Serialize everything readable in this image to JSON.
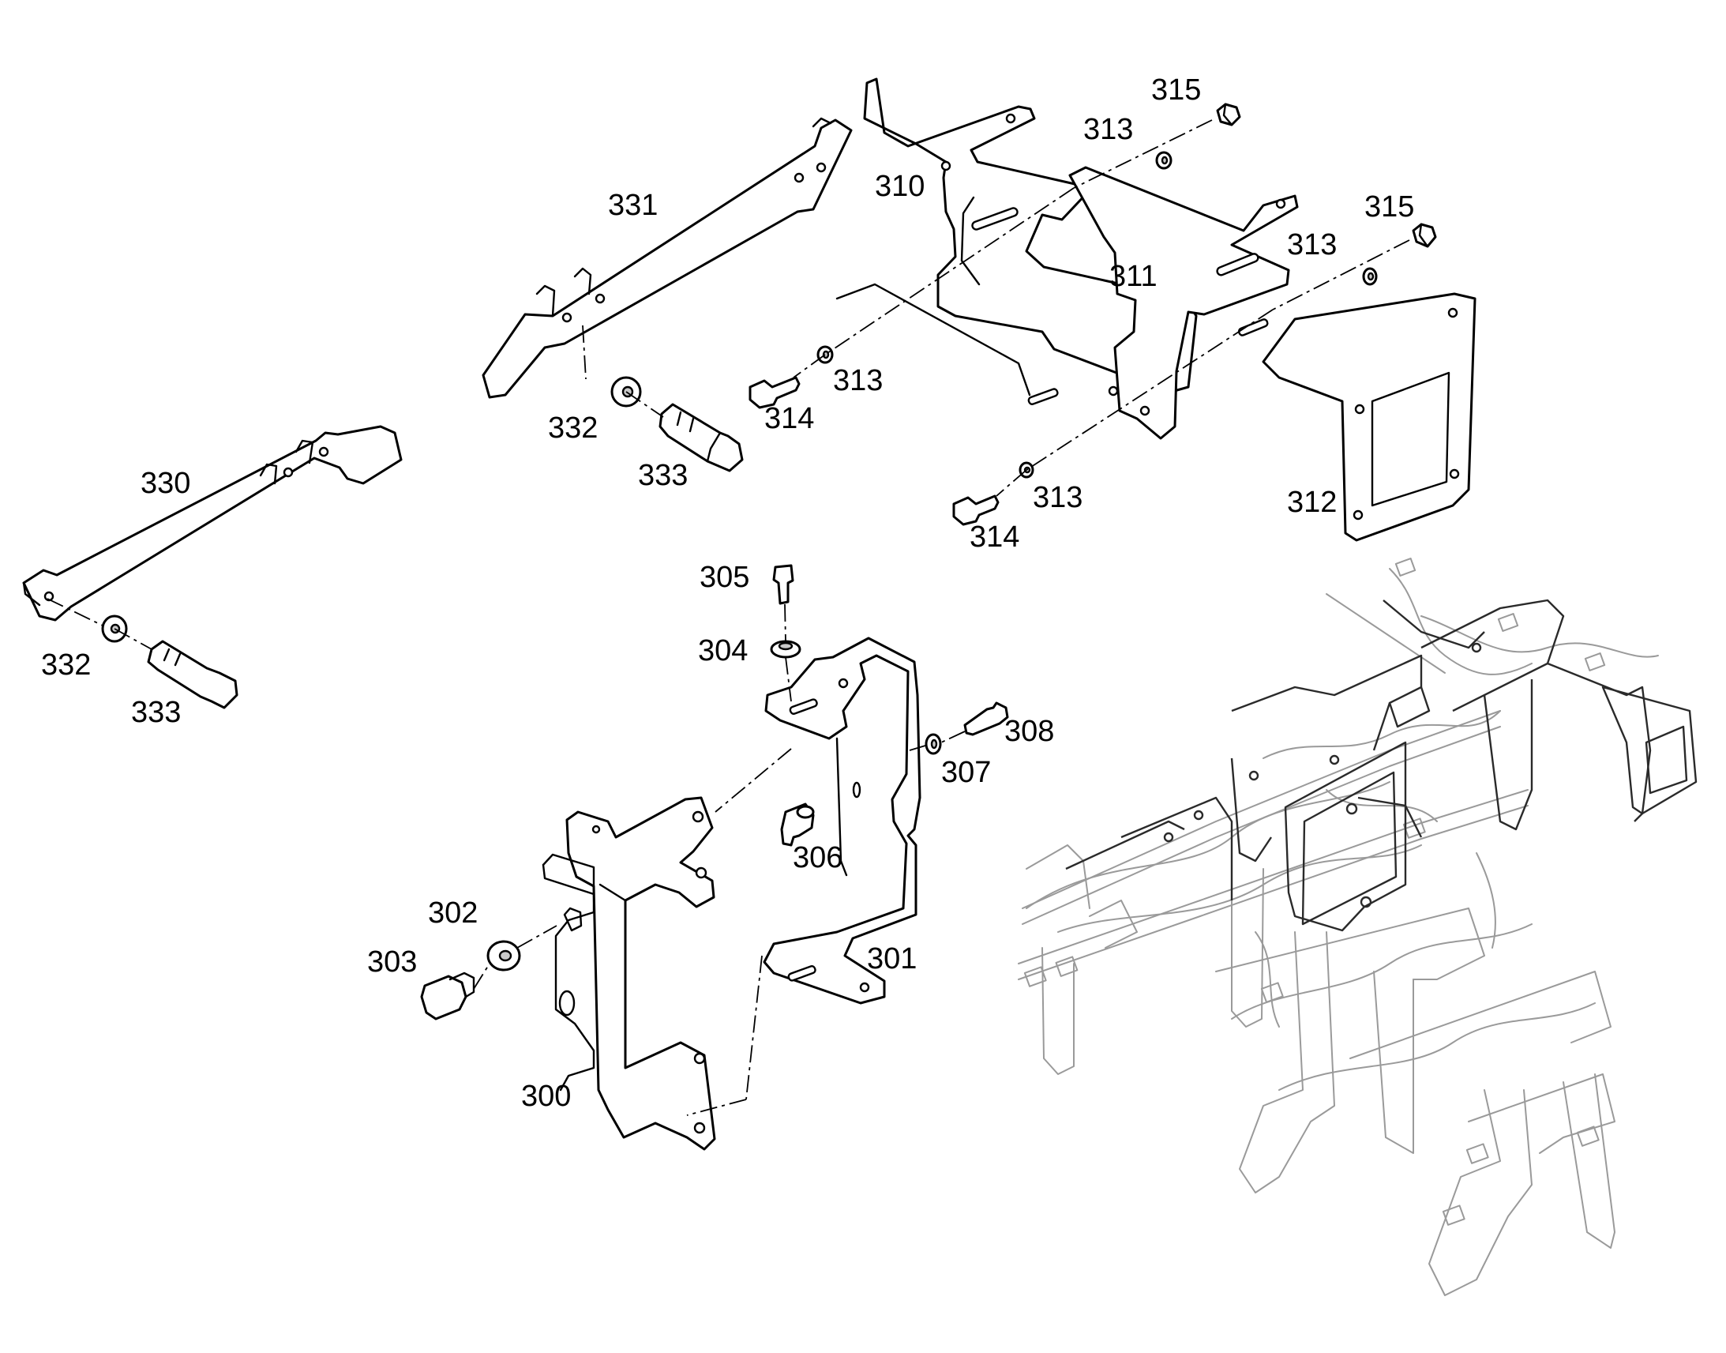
{
  "diagram": {
    "callouts": {
      "c300": "300",
      "c301": "301",
      "c302": "302",
      "c303": "303",
      "c304": "304",
      "c305": "305",
      "c306": "306",
      "c307": "307",
      "c308": "308",
      "c310": "310",
      "c311": "311",
      "c312": "312",
      "c313a": "313",
      "c313b": "313",
      "c313c": "313",
      "c313d": "313",
      "c314a": "314",
      "c314b": "314",
      "c315a": "315",
      "c315b": "315",
      "c330": "330",
      "c331": "331",
      "c332a": "332",
      "c332b": "332",
      "c333a": "333",
      "c333b": "333"
    },
    "colors": {
      "line": "#000000",
      "background": "#ffffff",
      "ghost_assembly": "#9a9a9a"
    }
  }
}
